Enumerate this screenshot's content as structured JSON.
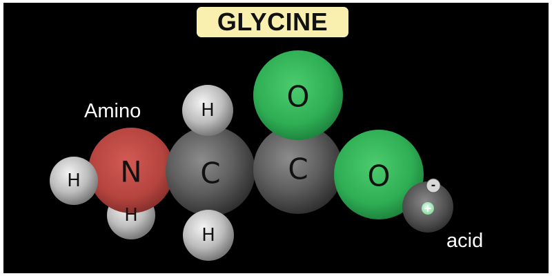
{
  "title": "GLYCINE",
  "labels": {
    "amino": "Amino",
    "acid": "acid"
  },
  "atoms": {
    "h_left": "H",
    "n": "N",
    "h_bottom_n": "H",
    "h_top": "H",
    "c_alpha": "C",
    "h_bottom_c": "H",
    "c_carboxyl": "C",
    "o_top": "O",
    "o_right": "O"
  },
  "charges": {
    "negative": "-",
    "positive": "+"
  },
  "colors": {
    "nitrogen": "#b5443f",
    "carbon": "#5a5a5a",
    "oxygen": "#2fae55",
    "hydrogen": "#9a9a9a",
    "title_background": "#f9f0b0"
  }
}
